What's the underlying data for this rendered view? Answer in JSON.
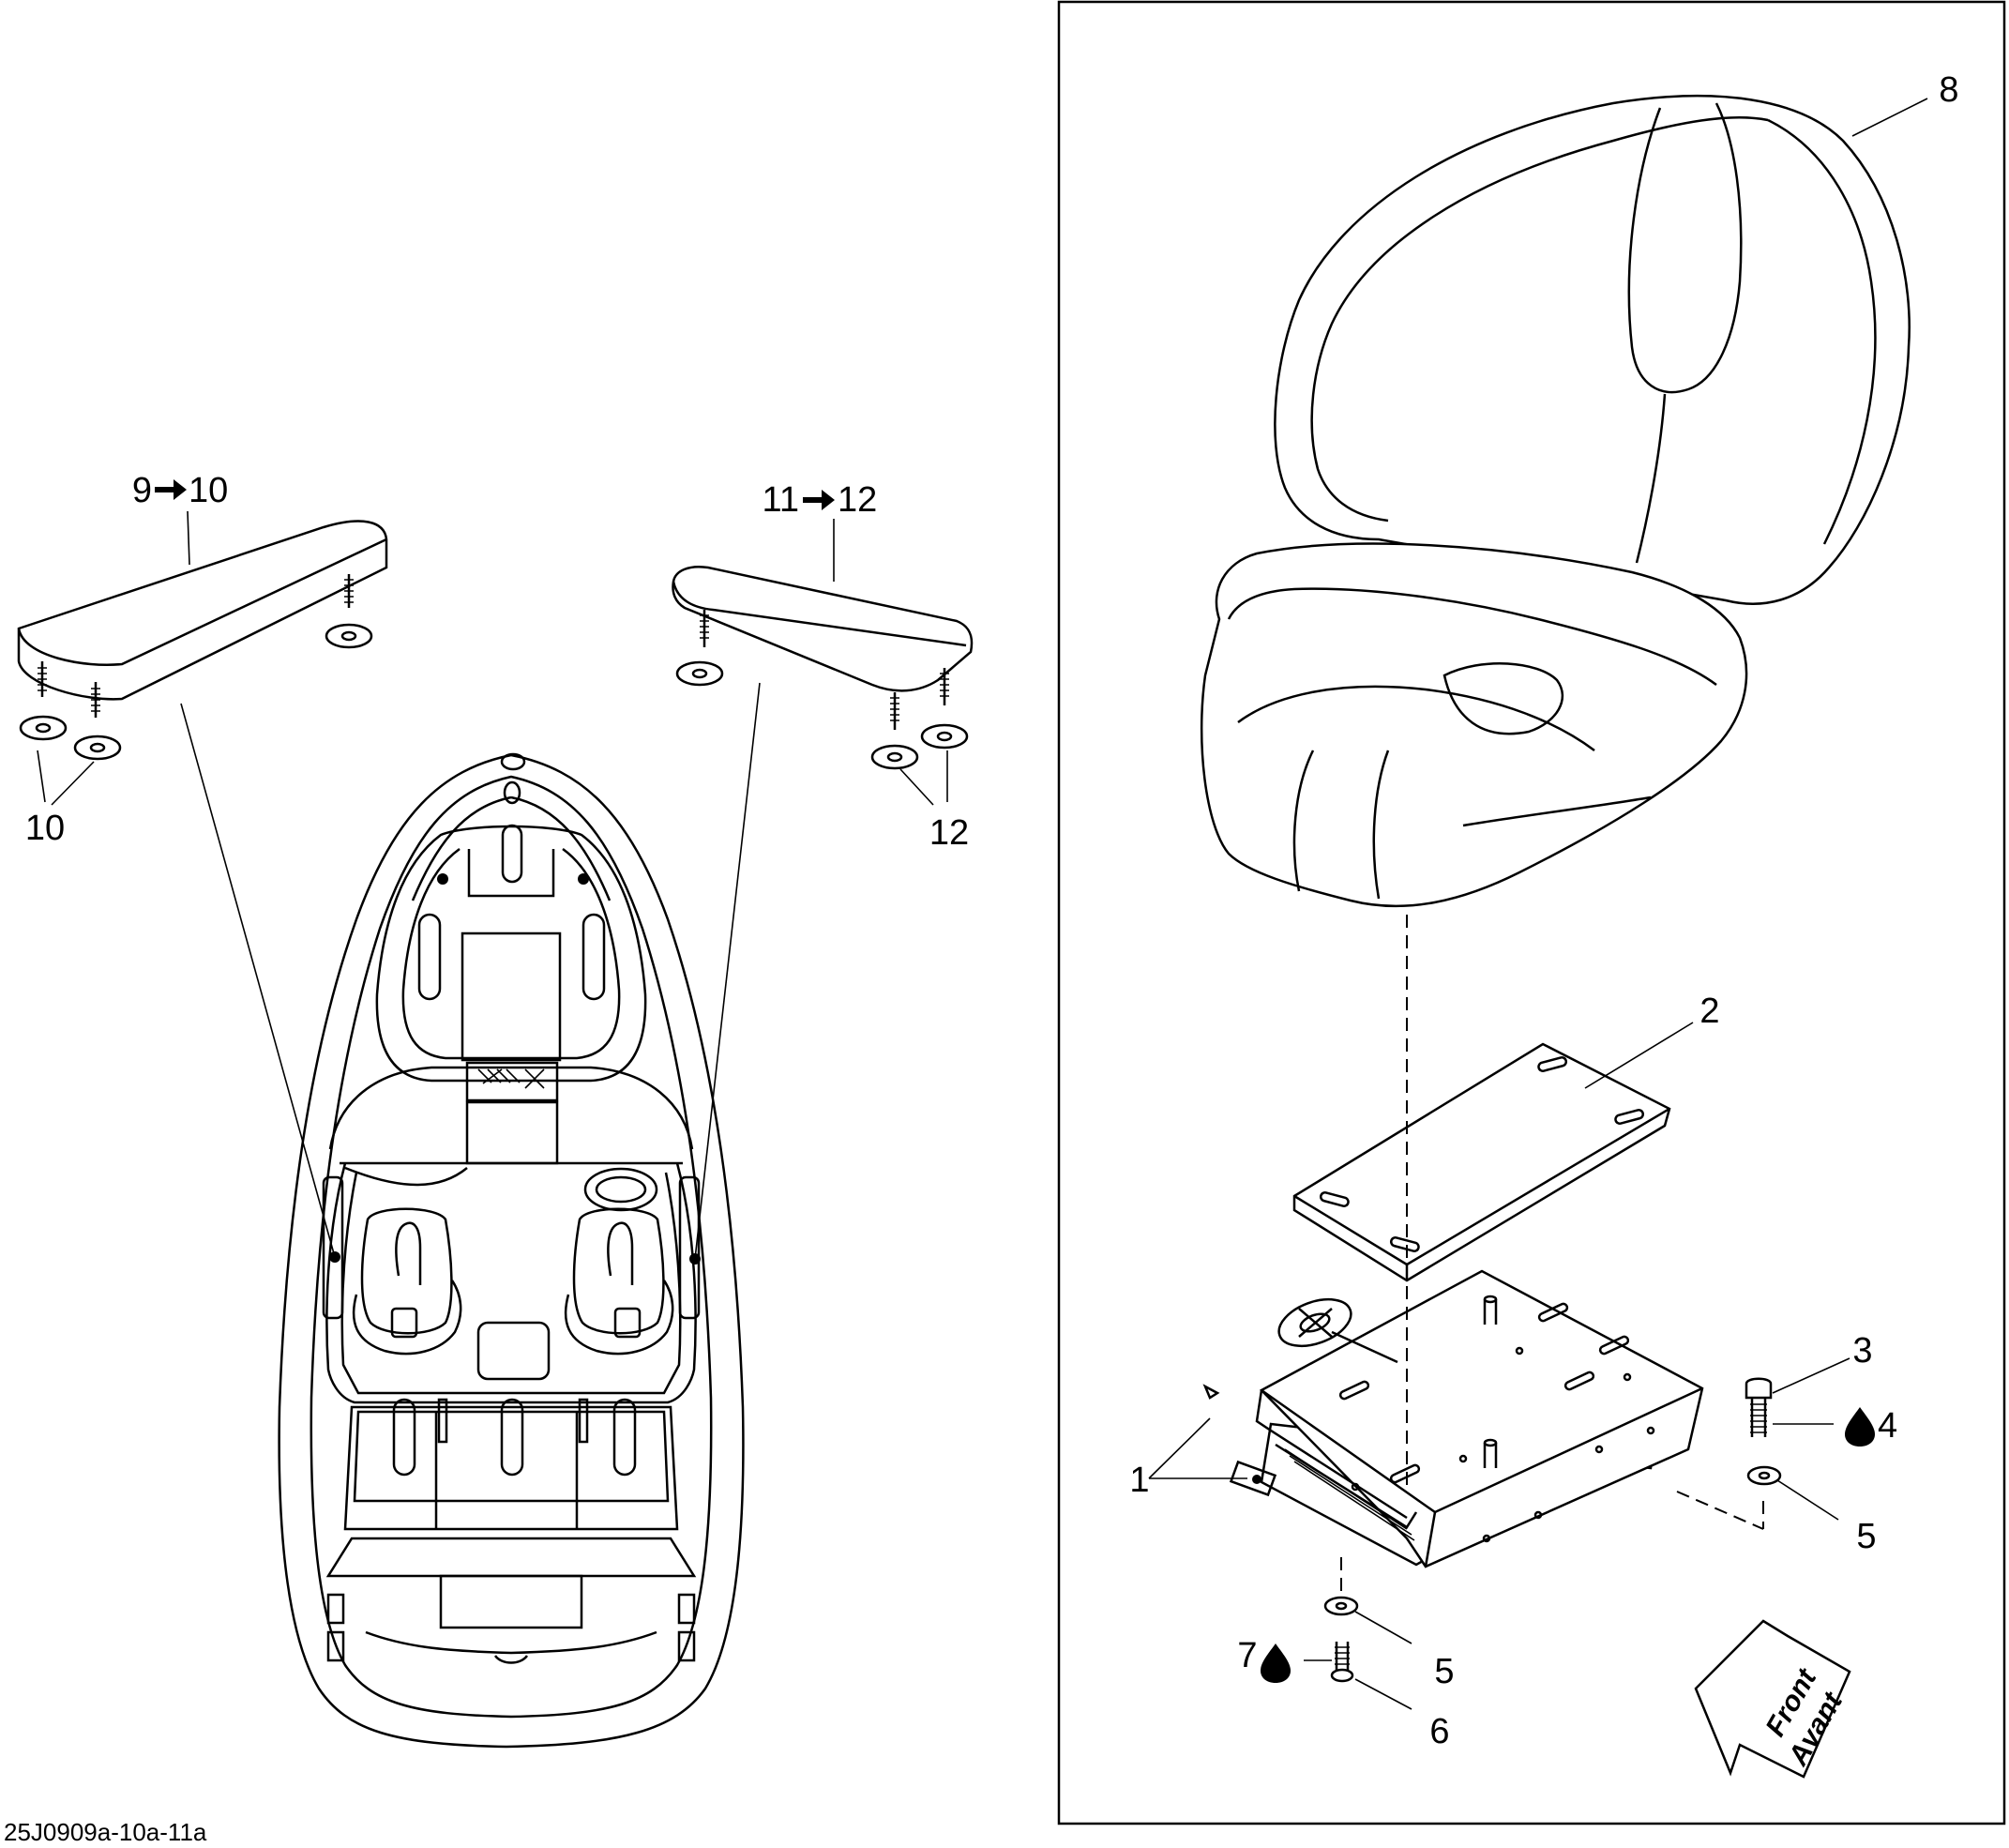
{
  "callouts": {
    "c1": "1",
    "c2": "2",
    "c3": "3",
    "c4": "4",
    "c5a": "5",
    "c5b": "5",
    "c6": "6",
    "c7": "7",
    "c8": "8",
    "c9": "9",
    "c10a": "10",
    "c10b": "10",
    "c11": "11",
    "c12a": "12",
    "c12b": "12"
  },
  "reference_code": "25J0909a-10a-11a",
  "direction_arrow": {
    "line1": "Front",
    "line2": "Avant"
  },
  "icons": [
    "arrow-right-icon",
    "drop-icon"
  ]
}
